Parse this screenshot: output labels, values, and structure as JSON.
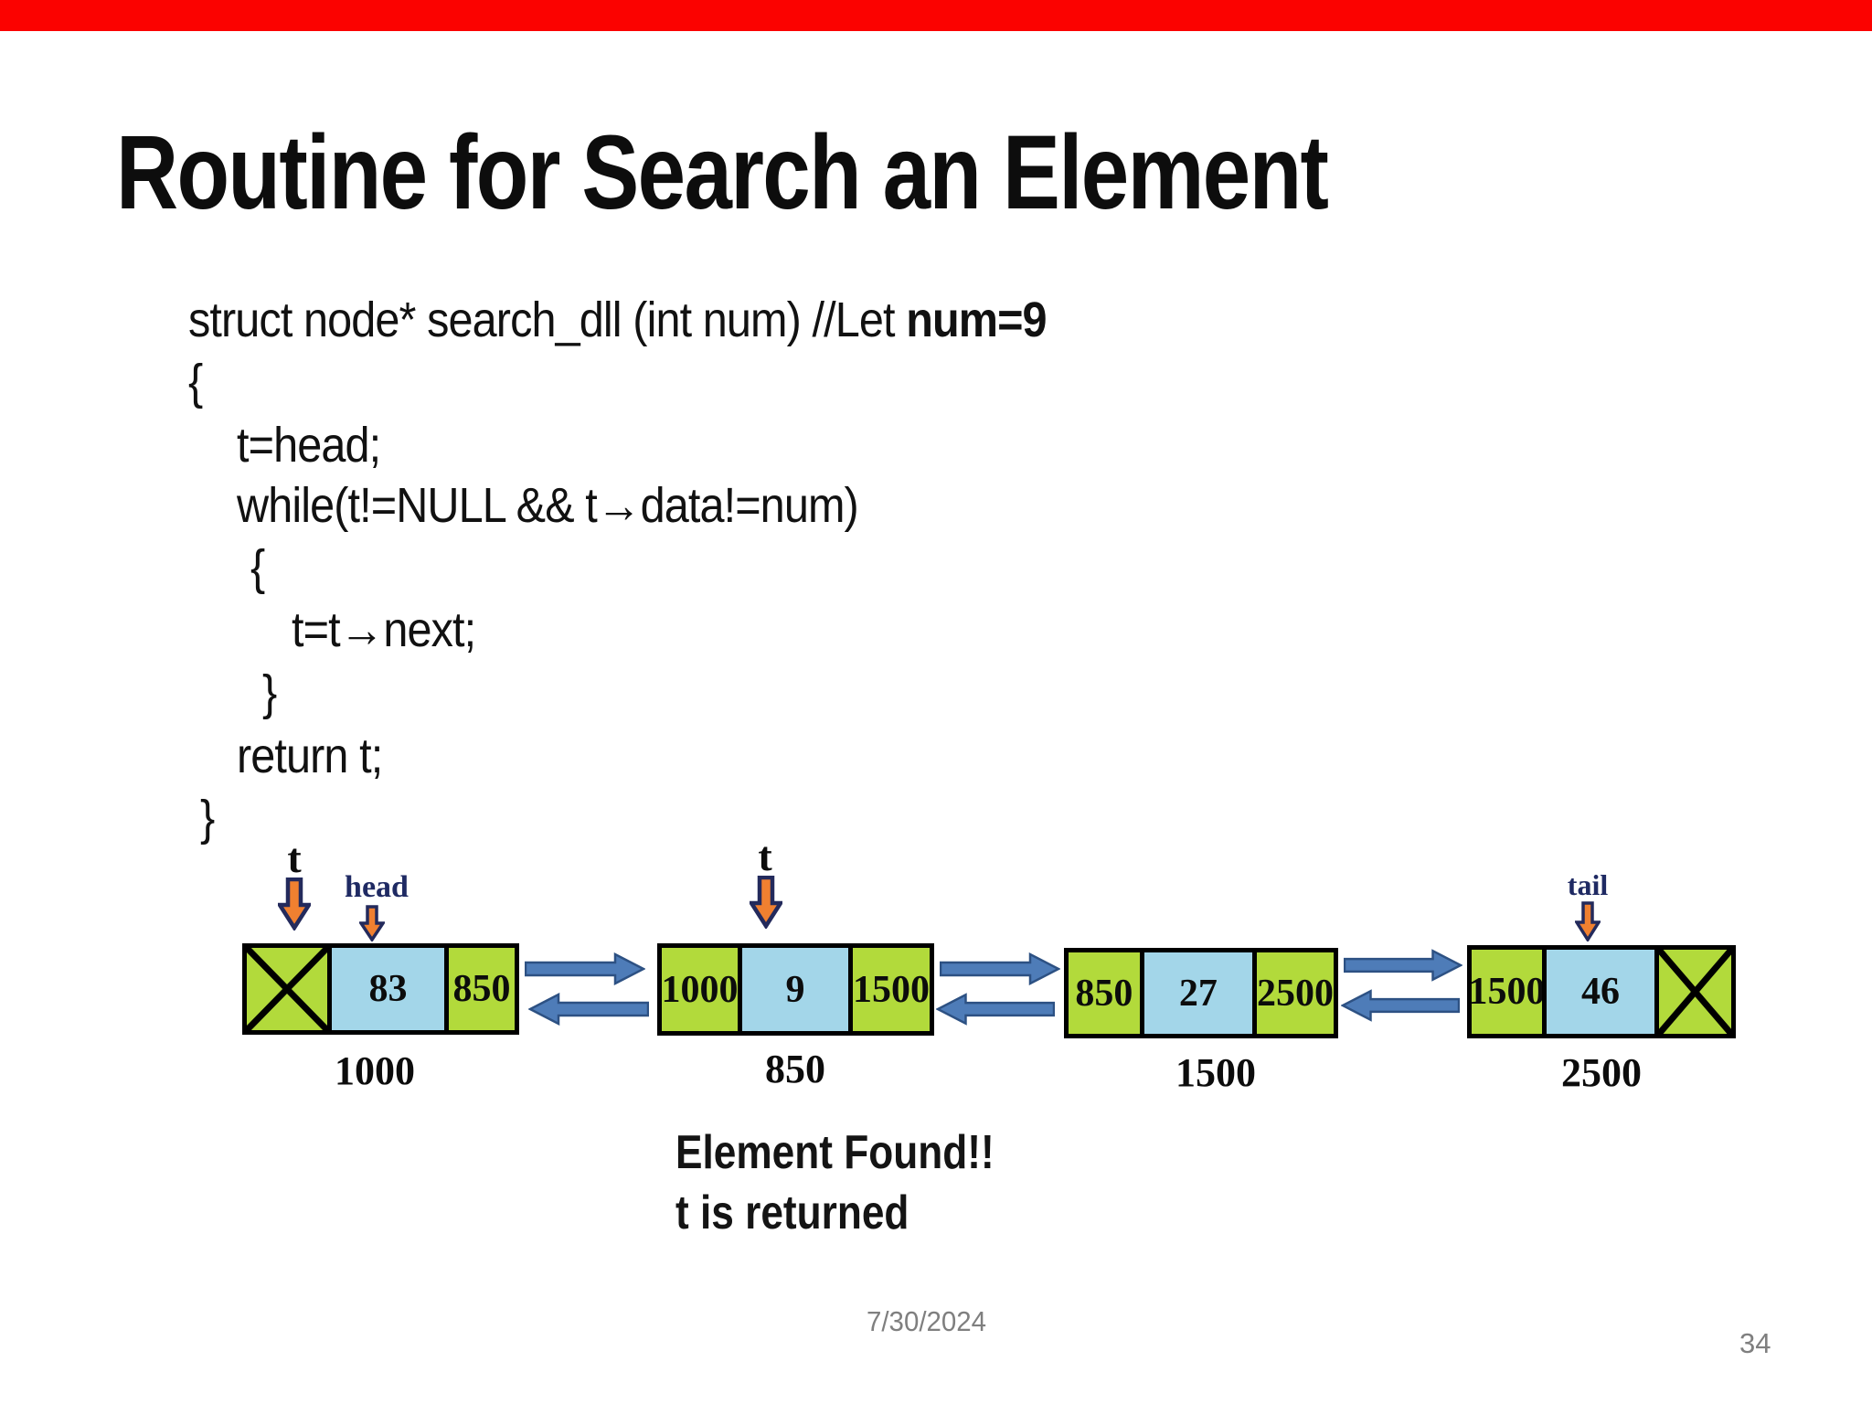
{
  "slide": {
    "title": "Routine for Search an Element",
    "footer_date": "7/30/2024",
    "page_number": "34"
  },
  "code": {
    "line1_normal": "struct node* search_dll (int num) //Let ",
    "line1_bold": "num=9",
    "line2": "{",
    "line3": "t=head;",
    "line4": "while(t!=NULL && t→data!=num)",
    "line5": "{",
    "line6": "t=t→next;",
    "line7": "}",
    "line8": "return t;",
    "line9": "}"
  },
  "diagram": {
    "labels": {
      "t_first": "t",
      "head": "head",
      "t_found": "t",
      "tail": "tail"
    },
    "nodes": [
      {
        "prev": "",
        "data": "83",
        "next": "850",
        "address": "1000"
      },
      {
        "prev": "1000",
        "data": "9",
        "next": "1500",
        "address": "850"
      },
      {
        "prev": "850",
        "data": "27",
        "next": "2500",
        "address": "1500"
      },
      {
        "prev": "1500",
        "data": "46",
        "next": "",
        "address": "2500"
      }
    ]
  },
  "annotation": {
    "line1": "Element Found!!",
    "line2": "t is returned"
  },
  "colors": {
    "top_bar": "#fb0200",
    "pointer_cell": "#b2da3b",
    "data_cell": "#a3d6e9",
    "link_arrow": "#4e7cb8",
    "link_arrow_border": "#2d5183",
    "pointer_arrow_fill": "#f08030",
    "pointer_arrow_outline": "#232a5c",
    "pointer_label": "#1f2a63",
    "footer_text": "#7f7f7f"
  }
}
